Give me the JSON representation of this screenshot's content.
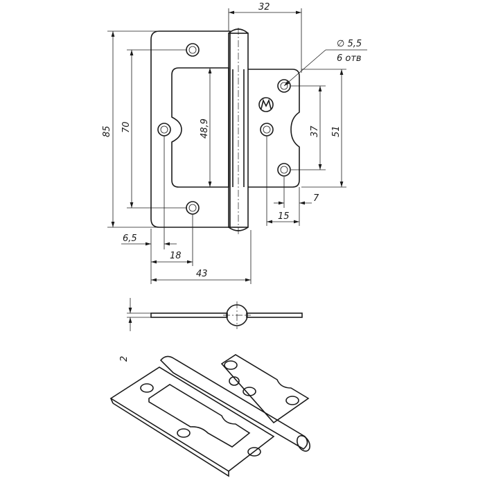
{
  "drawing": {
    "dimensions": {
      "width_total": "32",
      "hole_diameter": "∅ 5,5",
      "hole_count": "6 отв",
      "height_total": "85",
      "hole_pitch_left": "70",
      "cutout_height": "48,9",
      "hole_pitch_right": "37",
      "right_leaf_height": "51",
      "right_hole_offset": "7",
      "right_center_hole_offset": "15",
      "left_center_hole_offset": "6,5",
      "left_hole_offset": "18",
      "left_leaf_width": "43",
      "thickness": "2"
    }
  }
}
